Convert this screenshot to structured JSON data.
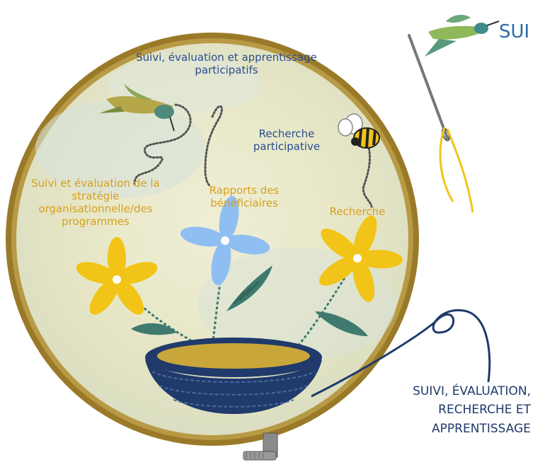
{
  "title": "SUI",
  "labels": {
    "pmer_participatif": "Suivi, évaluation et apprentissage participatifs",
    "recherche_participative": "Recherche participative",
    "suivi_strategie": "Suivi et évaluation de la stratégie organisationnelle/des programmes",
    "rapports_beneficiaires": "Rapports des bénéficiaires",
    "recherche": "Recherche",
    "corner_caption": "SUIVI, ÉVALUATION, RECHERCHE ET APPRENTISSAGE"
  },
  "colors": {
    "hoop": "#8a6a1f",
    "background": "#e9e8c9",
    "blue_text": "#2b4d8e",
    "gold_text": "#d6a01e",
    "basket": "#1f3a6b",
    "yellow_flower": "#f2c417",
    "blue_flower": "#8fbef2",
    "fern": "#3f7a6e"
  }
}
